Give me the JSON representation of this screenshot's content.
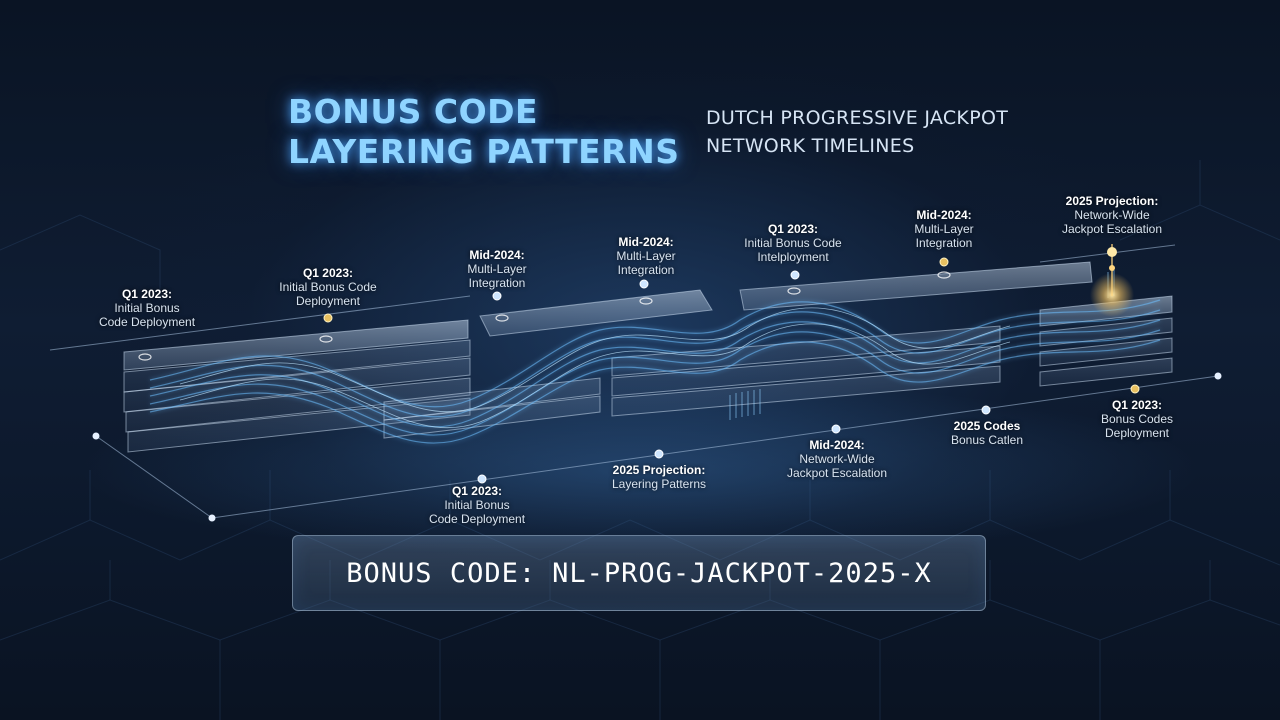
{
  "title": "BONUS CODE LAYERING PATTERNS",
  "subtitle": "DUTCH PROGRESSIVE JACKPOT NETWORK TIMELINES",
  "milestones": [
    {
      "lines": [
        "Q1 2023:",
        "Initial Bonus",
        "Code Deployment"
      ]
    },
    {
      "lines": [
        "Q1 2023:",
        "Initial Bonus Code",
        "Deployment"
      ]
    },
    {
      "lines": [
        "Mid-2024:",
        "Multi-Layer",
        "Integration"
      ]
    },
    {
      "lines": [
        "Mid-2024:",
        "Multi-Layer",
        "Integration"
      ]
    },
    {
      "lines": [
        "Q1 2023:",
        "Initial Bonus Code",
        "Intelployment"
      ]
    },
    {
      "lines": [
        "Mid-2024:",
        "Multi-Layer",
        "Integration"
      ]
    },
    {
      "lines": [
        "2025 Projection:",
        "Network-Wide",
        "Jackpot Escalation"
      ]
    },
    {
      "lines": [
        "Q1 2023:",
        "Initial Bonus",
        "Code Deployment"
      ]
    },
    {
      "lines": [
        "2025 Projection:",
        "Layering Patterns"
      ]
    },
    {
      "lines": [
        "Mid-2024:",
        "Network-Wide",
        "Jackpot Escalation"
      ]
    },
    {
      "lines": [
        "2025 Codes",
        "Bonus Catlen"
      ]
    },
    {
      "lines": [
        "Q1 2023:",
        "Bonus Codes",
        "Deployment"
      ]
    }
  ],
  "bonus_code": {
    "label": "BONUS CODE:",
    "value": "NL-PROG-JACKPOT-2025-X"
  },
  "colors": {
    "background": "#0b1424",
    "title_glow": "#8fd4ff",
    "accent_blue": "#5fb4ff",
    "node_gold": "#e8c060"
  }
}
